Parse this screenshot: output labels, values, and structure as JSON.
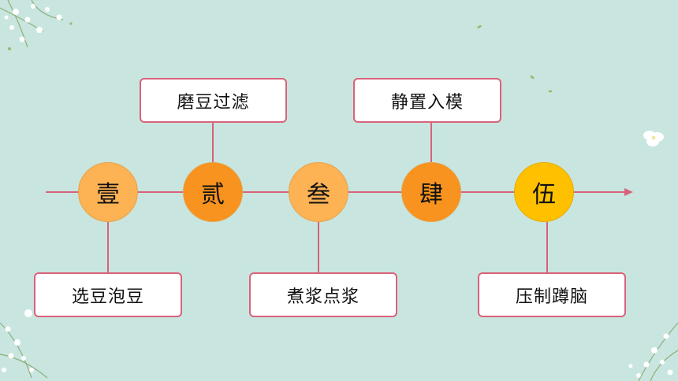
{
  "timeline": {
    "nodes": [
      {
        "label": "壹",
        "color": "#fdb254"
      },
      {
        "label": "贰",
        "color": "#f7931e"
      },
      {
        "label": "叁",
        "color": "#fdb254"
      },
      {
        "label": "肆",
        "color": "#f7931e"
      },
      {
        "label": "伍",
        "color": "#ffc000"
      }
    ],
    "steps": [
      {
        "label": "选豆泡豆"
      },
      {
        "label": "磨豆过滤"
      },
      {
        "label": "煮浆点浆"
      },
      {
        "label": "静置入模"
      },
      {
        "label": "压制蹲脑"
      }
    ],
    "connector_color": "#d9627a",
    "background": "#c8e6df"
  }
}
